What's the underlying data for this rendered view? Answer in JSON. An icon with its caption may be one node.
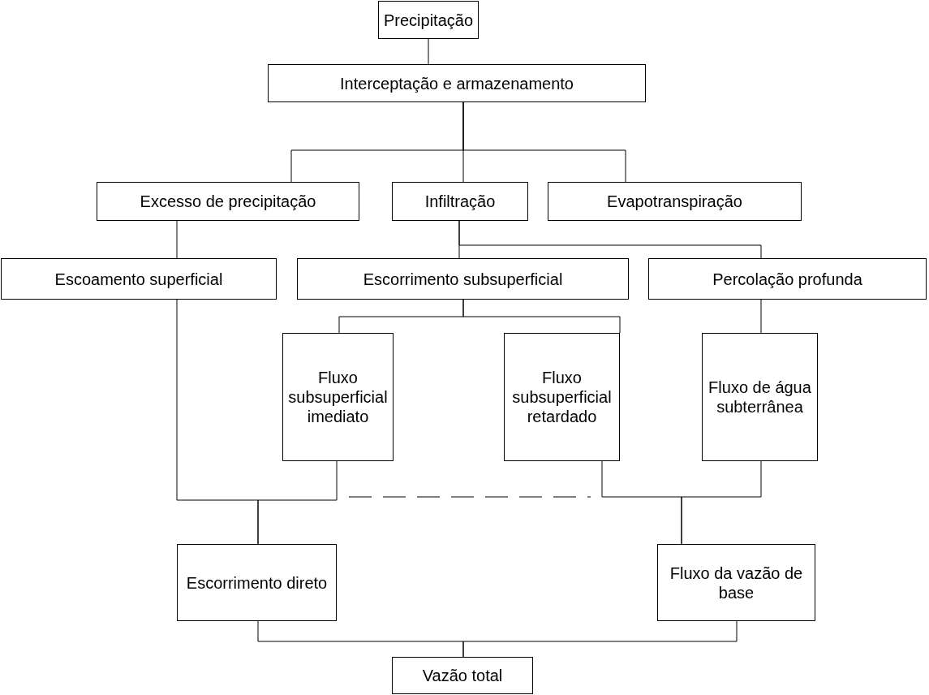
{
  "diagram": {
    "nodes": [
      {
        "text": [
          "Precipitação"
        ]
      },
      {
        "text": [
          "Interceptação e armazenamento"
        ]
      },
      {
        "text": [
          "Excesso de precipitação"
        ]
      },
      {
        "text": [
          "Infiltração"
        ]
      },
      {
        "text": [
          "Evapotranspiração"
        ]
      },
      {
        "text": [
          "Escoamento superficial"
        ]
      },
      {
        "text": [
          "Escorrimento subsuperficial"
        ]
      },
      {
        "text": [
          "Percolação profunda"
        ]
      },
      {
        "text": [
          "Fluxo subsuperficial imediato"
        ]
      },
      {
        "text": [
          "Fluxo subsuperficial retardado"
        ]
      },
      {
        "text": [
          "Fluxo de água subterrânea"
        ]
      },
      {
        "text": [
          "Escorrimento direto"
        ]
      },
      {
        "text": [
          "Fluxo da vazão de base"
        ]
      },
      {
        "text": [
          "Vazão total"
        ]
      }
    ],
    "edges": [
      {
        "from": 0,
        "to": 1,
        "arrow": "none"
      },
      {
        "from": 1,
        "to": 2,
        "arrow": "none"
      },
      {
        "from": 1,
        "to": 3,
        "arrow": "none"
      },
      {
        "from": 1,
        "to": 4,
        "arrow": "none"
      },
      {
        "from": 2,
        "to": 5,
        "arrow": "none"
      },
      {
        "from": 3,
        "to": 6,
        "arrow": "none"
      },
      {
        "from": 3,
        "to": 7,
        "arrow": "none"
      },
      {
        "from": 6,
        "to": 8,
        "arrow": "none"
      },
      {
        "from": 6,
        "to": 9,
        "arrow": "none"
      },
      {
        "from": 7,
        "to": 10,
        "arrow": "none"
      },
      {
        "from": 5,
        "to": 11,
        "arrow": "none"
      },
      {
        "from": 8,
        "to": 11,
        "arrow": "none"
      },
      {
        "from": 8,
        "to": 9,
        "arrow": "none",
        "style": "dashed"
      },
      {
        "from": 9,
        "to": 12,
        "arrow": "none"
      },
      {
        "from": 10,
        "to": 12,
        "arrow": "none"
      },
      {
        "from": 11,
        "to": 13,
        "arrow": "none"
      },
      {
        "from": 12,
        "to": 13,
        "arrow": "none"
      }
    ]
  }
}
